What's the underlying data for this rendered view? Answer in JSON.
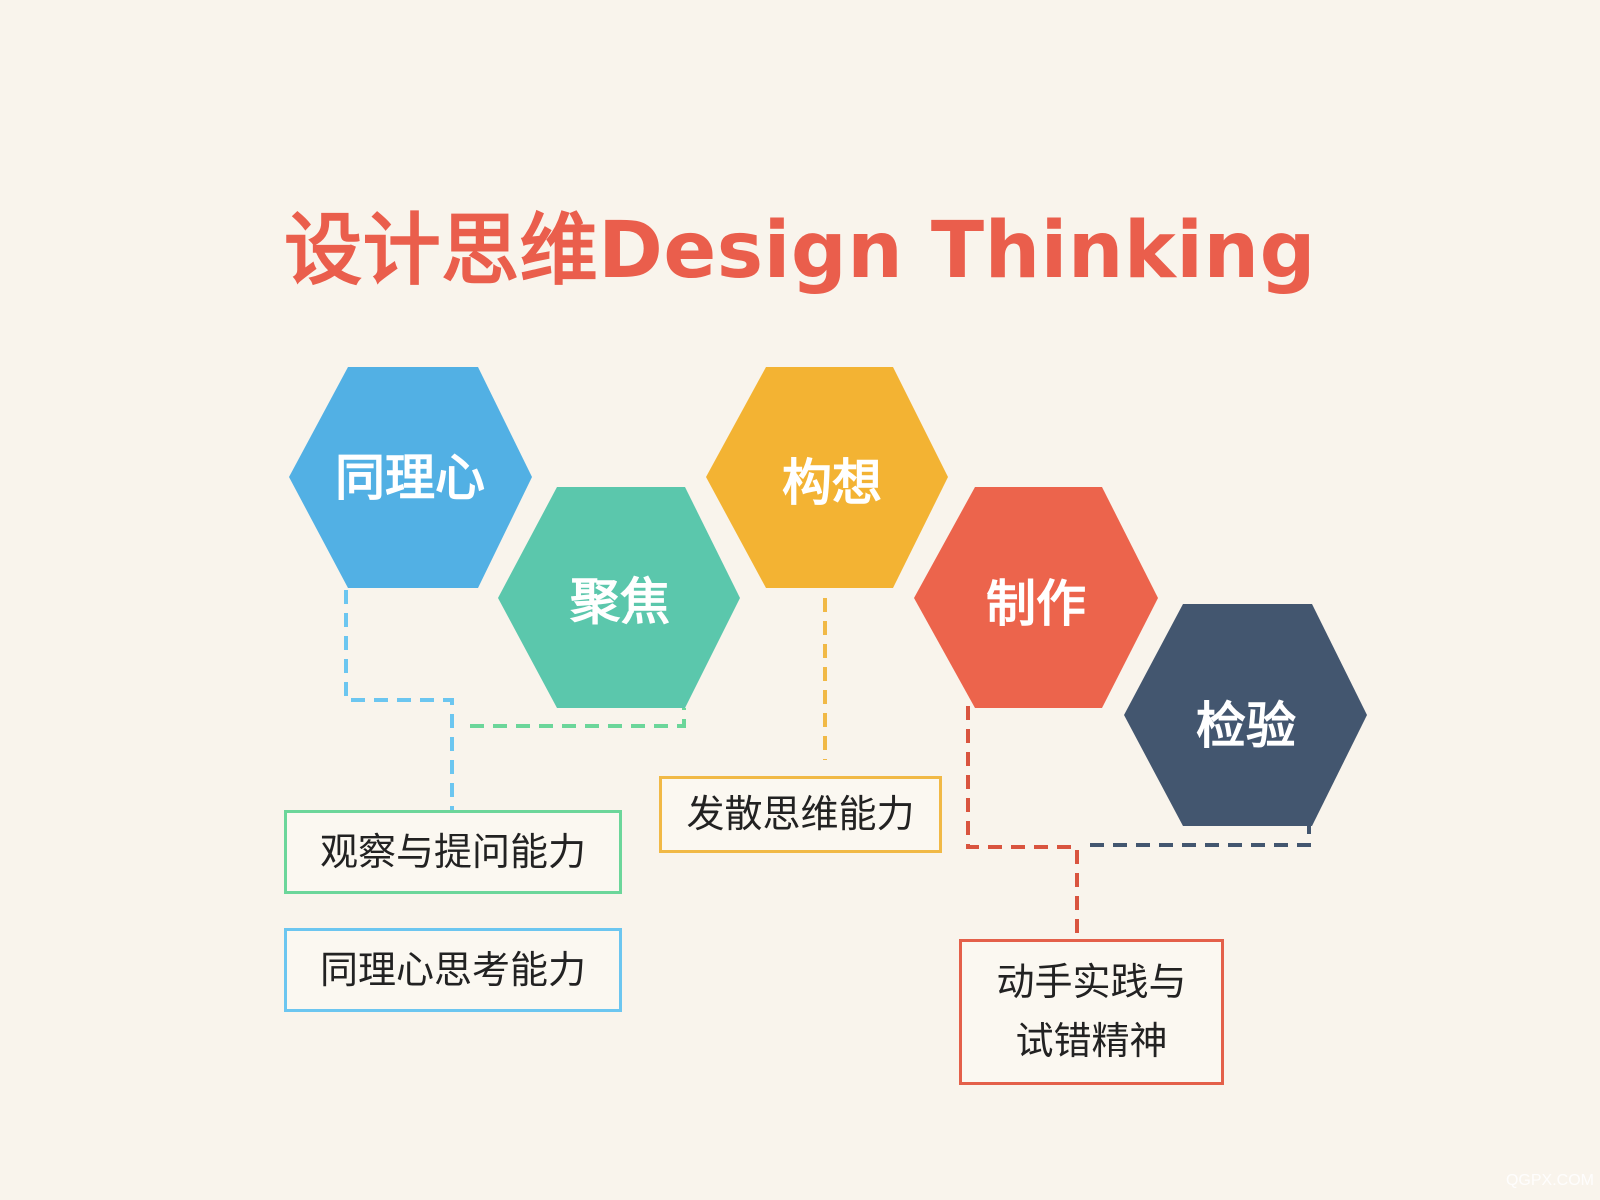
{
  "title": "设计思维Design Thinking",
  "stages": [
    {
      "id": "empathize",
      "label": "同理心",
      "color": "#52b0e4"
    },
    {
      "id": "define",
      "label": "聚焦",
      "color": "#5bc7ac"
    },
    {
      "id": "ideate",
      "label": "构想",
      "color": "#f3b333"
    },
    {
      "id": "prototype",
      "label": "制作",
      "color": "#ec644c"
    },
    {
      "id": "test",
      "label": "检验",
      "color": "#43566f"
    }
  ],
  "abilities": {
    "observe": {
      "text": "观察与提问能力",
      "color": "#6cd69a"
    },
    "empathy": {
      "text": "同理心思考能力",
      "color": "#6cc6f0"
    },
    "divergent": {
      "text": "发散思维能力",
      "color": "#f1b946"
    },
    "hands_on_line1": "动手实践与",
    "hands_on_line2": "试错精神",
    "hands_on_color": "#e4604a"
  },
  "connector_colors": {
    "blue": "#6cc6f0",
    "green": "#6cd69a",
    "yellow": "#f1b946",
    "red": "#d9543f",
    "navy": "#43566f"
  },
  "watermark": "QGPX.COM"
}
